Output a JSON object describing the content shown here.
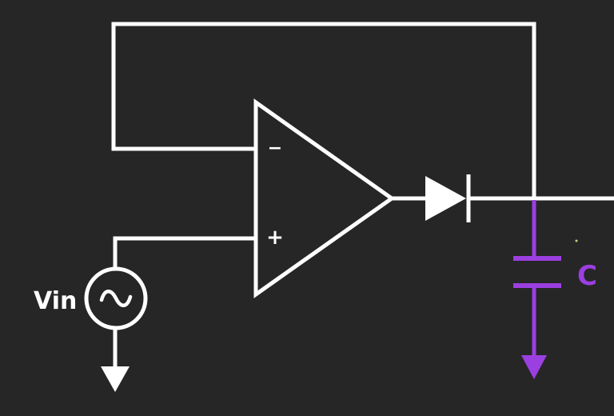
{
  "diagram": {
    "source_label": "Vin",
    "capacitor_label": "C",
    "opamp_inverting_symbol": "−",
    "opamp_noninverting_symbol": "+",
    "source_symbol": "~",
    "colors": {
      "background": "#262626",
      "wire": "#ffffff",
      "capacitor": "#9b3fe0"
    },
    "components": [
      {
        "type": "op-amp"
      },
      {
        "type": "diode"
      },
      {
        "type": "capacitor"
      },
      {
        "type": "ac-voltage-source"
      },
      {
        "type": "ground"
      },
      {
        "type": "ground"
      }
    ]
  }
}
